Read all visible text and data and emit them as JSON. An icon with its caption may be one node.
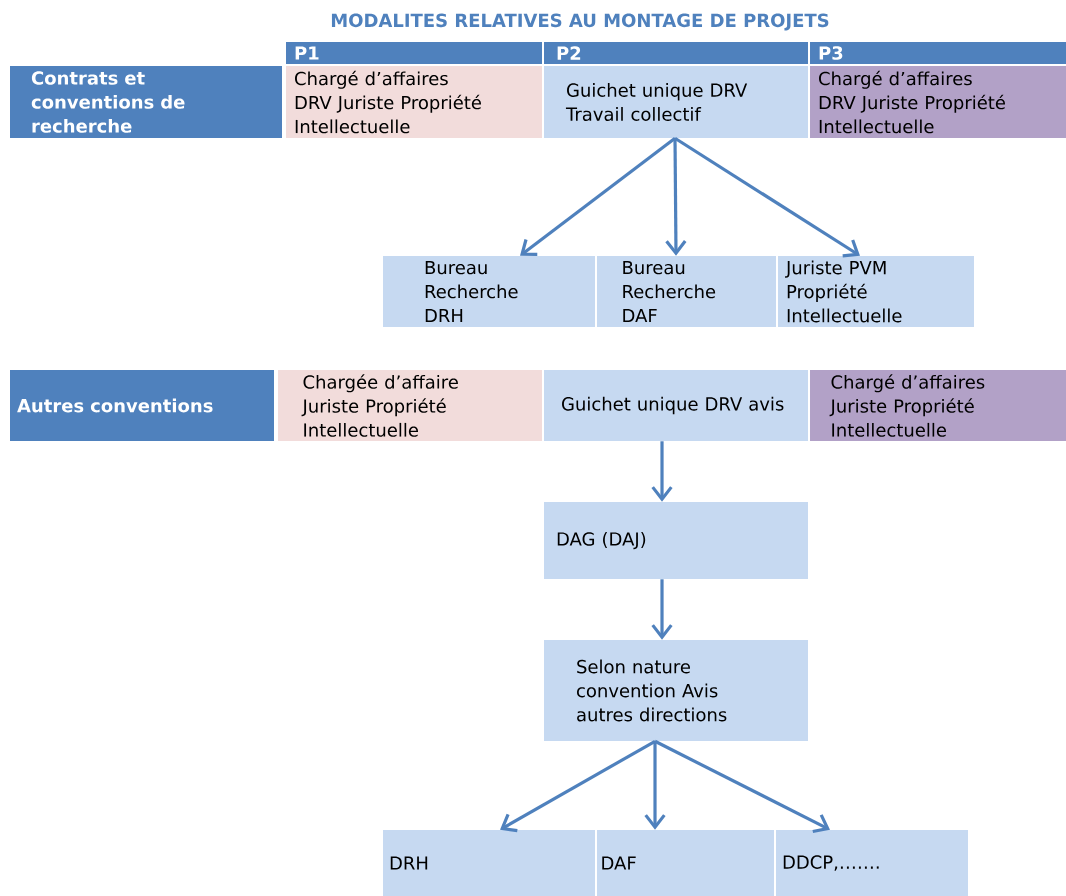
{
  "diagram": {
    "title": "MODALITES RELATIVES AU MONTAGE DE PROJETS",
    "nodes": [
      {
        "text": [
          "P1"
        ]
      },
      {
        "text": [
          "P2"
        ]
      },
      {
        "text": [
          "P3"
        ]
      },
      {
        "text": [
          "Contrats et conventions de recherche"
        ]
      },
      {
        "text": [
          "Chargé d’affaires DRV Juriste Propriété Intellectuelle"
        ]
      },
      {
        "text": [
          "Guichet unique DRV Travail collectif"
        ]
      },
      {
        "text": [
          "Chargé d’affaires DRV Juriste Propriété Intellectuelle"
        ]
      },
      {
        "text": [
          "Bureau Recherche DRH"
        ]
      },
      {
        "text": [
          "Bureau Recherche DAF"
        ]
      },
      {
        "text": [
          "Juriste PVM Propriété Intellectuelle"
        ]
      },
      {
        "text": [
          "Autres conventions"
        ]
      },
      {
        "text": [
          "Chargée d’affaire Juriste Propriété Intellectuelle"
        ]
      },
      {
        "text": [
          "Guichet unique DRV avis"
        ]
      },
      {
        "text": [
          "Chargé d’affaires Juriste Propriété Intellectuelle"
        ]
      },
      {
        "text": [
          "DAG (DAJ)"
        ]
      },
      {
        "text": [
          "Selon nature convention Avis autres directions"
        ]
      },
      {
        "text": [
          "DRH"
        ]
      },
      {
        "text": [
          "DAF"
        ]
      },
      {
        "text": [
          "DDCP,……."
        ]
      }
    ],
    "edges": [
      {
        "from": 5,
        "to": 7,
        "arrow": "to"
      },
      {
        "from": 5,
        "to": 8,
        "arrow": "to"
      },
      {
        "from": 5,
        "to": 9,
        "arrow": "to"
      },
      {
        "from": 12,
        "to": 14,
        "arrow": "to"
      },
      {
        "from": 14,
        "to": 15,
        "arrow": "to"
      },
      {
        "from": 15,
        "to": 16,
        "arrow": "to"
      },
      {
        "from": 15,
        "to": 17,
        "arrow": "to"
      },
      {
        "from": 15,
        "to": 18,
        "arrow": "to"
      }
    ]
  }
}
